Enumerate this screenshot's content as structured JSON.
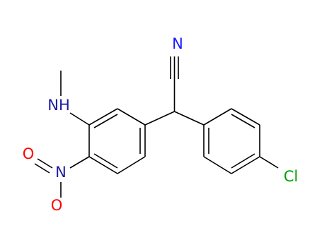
{
  "molecule": {
    "atoms": {
      "nitrile_n": "N",
      "amine": "NH",
      "nitro_n": "N",
      "nitro_o1": "O",
      "nitro_o2": "O",
      "chlorine": "Cl"
    },
    "colors": {
      "bond": "#000000",
      "nitrogen": "#1a1aff",
      "amine_nitrogen": "#1a1a9e",
      "oxygen": "#ff0000",
      "chlorine": "#00a000"
    }
  }
}
